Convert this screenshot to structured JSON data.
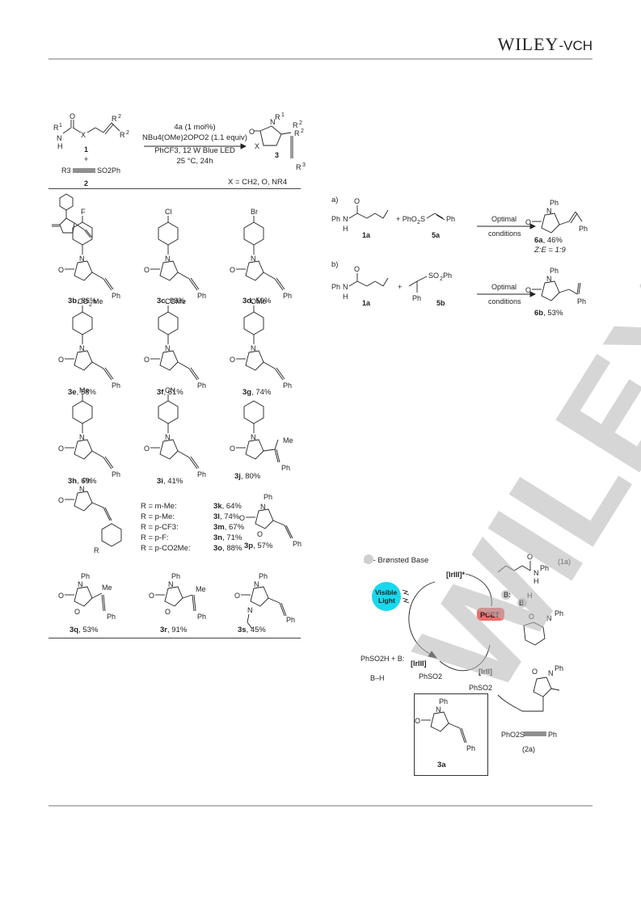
{
  "header": {
    "brand_main": "WILEY",
    "brand_suffix": "-VCH"
  },
  "watermark": {
    "text": "WILEY-VCH"
  },
  "reaction": {
    "cond_catalyst": "4a (1 mol%)",
    "cond_base": "NBu4(OMe)2OPO2 (1.1 equiv)",
    "cond_solvent": "PhCF3, 12 W Blue LED",
    "cond_temp": "25 °C, 24h",
    "x_note": "X = CH2, O, NR4",
    "reagent1": "1",
    "reagent2": "2",
    "product": "3",
    "r3_reagent": "R3",
    "so2ph": "SO2Ph"
  },
  "products": [
    {
      "id": "3b",
      "yield": ", 86%",
      "sub": "F"
    },
    {
      "id": "3c",
      "yield": ", 93%",
      "sub": "Cl"
    },
    {
      "id": "3d",
      "yield": ", 59%",
      "sub": "Br"
    },
    {
      "id": "3e",
      "yield": ", 58%",
      "sub": "CO2Me"
    },
    {
      "id": "3f",
      "yield": ", 61%",
      "sub": "COMe"
    },
    {
      "id": "3g",
      "yield": ", 74%",
      "sub": "OMe"
    },
    {
      "id": "3h",
      "yield": ", 69%",
      "sub": "Me"
    },
    {
      "id": "3i",
      "yield": ", 41%",
      "sub": "CN"
    },
    {
      "id": "3j",
      "yield": ", 80%",
      "sub": ""
    }
  ],
  "r_table": [
    {
      "r": "R = m-Me:",
      "id": "3k",
      "yield": ", 64%"
    },
    {
      "r": "R = p-Me:",
      "id": "3l",
      "yield": ", 74%"
    },
    {
      "r": "R = p-CF3:",
      "id": "3m",
      "yield": ", 67%"
    },
    {
      "r": "R = p-F:",
      "id": "3n",
      "yield": ", 71%"
    },
    {
      "r": "R = p-CO2Me:",
      "id": "3o",
      "yield": ", 88%"
    }
  ],
  "extra_products": [
    {
      "id": "3p",
      "yield": ", 57%"
    },
    {
      "id": "3q",
      "yield": ", 53%"
    },
    {
      "id": "3r",
      "yield": ", 91%"
    },
    {
      "id": "3s",
      "yield": ", 45%"
    }
  ],
  "scheme_a": {
    "label": "a)",
    "reactant": "1a",
    "partner": "5a",
    "conditions_top": "Optimal",
    "conditions_bottom": "conditions",
    "product": "6a",
    "yield": ", 46%",
    "ratio": "Z:E = 1:9"
  },
  "scheme_b": {
    "label": "b)",
    "reactant": "1a",
    "partner": "5b",
    "conditions_top": "Optimal",
    "conditions_bottom": "conditions",
    "product": "6b",
    "yield": ", 53%"
  },
  "mechanism": {
    "legend": "B:  - Brønsted Base",
    "visible_light_1": "Visible",
    "visible_light_2": "Light",
    "pcet": "PCET",
    "ir_star": "[IrIII]*",
    "ir3": "[IrIII]",
    "ir2": "[IrII]",
    "sub_1a": "(1a)",
    "sub_2a": "(2a)",
    "phso2h": "PhSO2H + B:",
    "bh": "B–H",
    "phso2_anion": "PhSO2",
    "phso2_rad": "PhSO2",
    "product": "3a",
    "reagent": "PhO2S"
  }
}
